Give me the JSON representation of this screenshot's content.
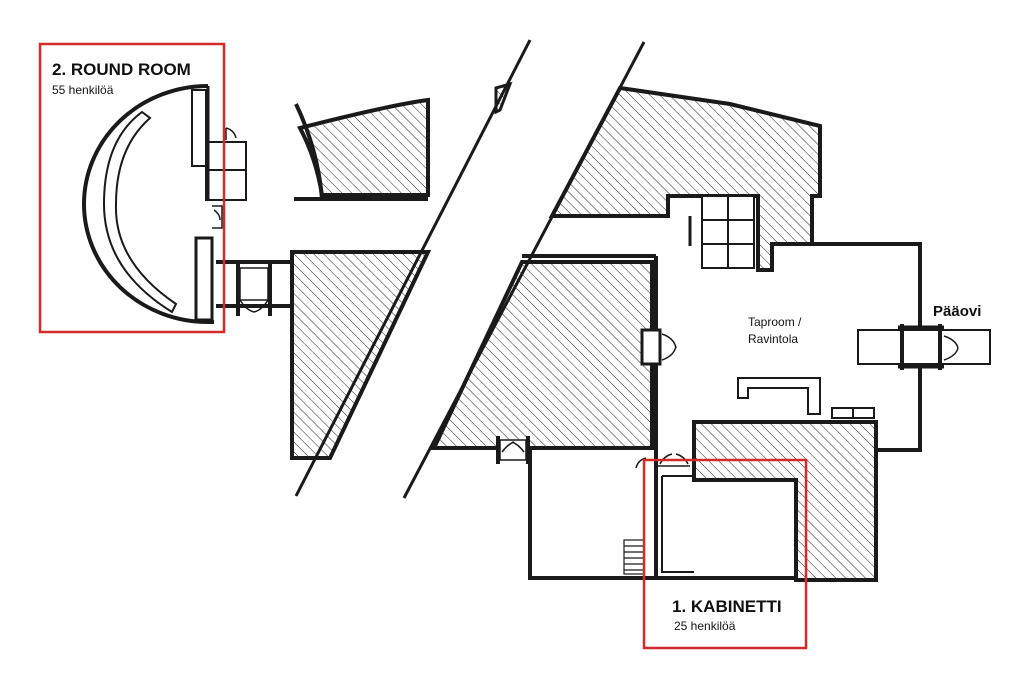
{
  "rooms": {
    "round_room": {
      "title": "2. ROUND ROOM",
      "capacity": "55 henkilöä"
    },
    "kabinetti": {
      "title": "1. KABINETTI",
      "capacity": "25 henkilöä"
    },
    "taproom": {
      "line1": "Taproom /",
      "line2": "Ravintola"
    }
  },
  "entrance": {
    "label": "Pääovi"
  },
  "colors": {
    "highlight": "#d42a2a",
    "wall": "#1a1a1a",
    "hatch": "#222222"
  }
}
